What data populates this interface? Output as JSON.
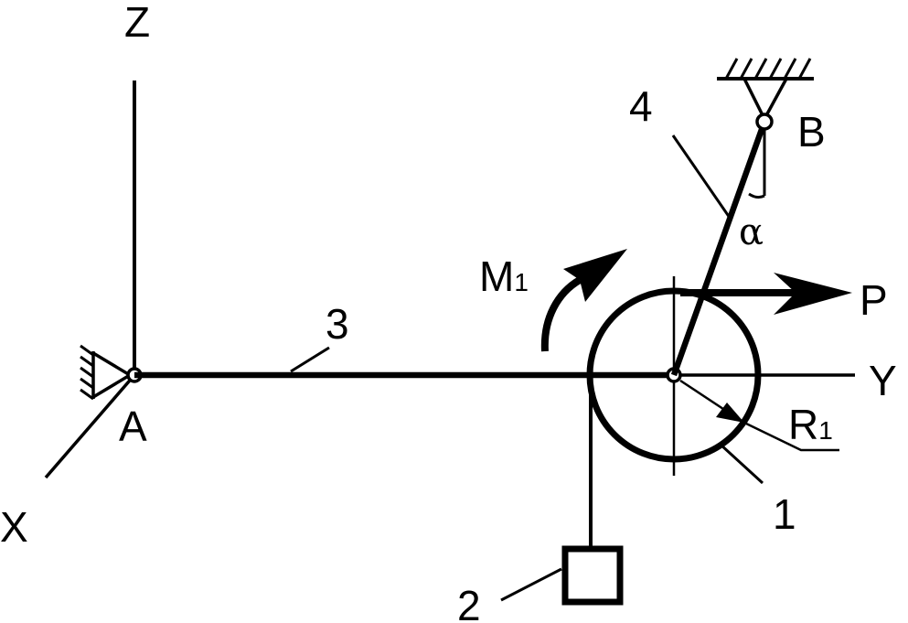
{
  "axes": {
    "z": "Z",
    "y": "Y",
    "x": "X"
  },
  "points": {
    "a": "A",
    "b": "B"
  },
  "parts": {
    "disk": "1",
    "load": "2",
    "rod": "3",
    "strut": "4"
  },
  "loads": {
    "moment": "M",
    "moment_sub": "1",
    "force": "P",
    "radius": "R",
    "radius_sub": "1"
  },
  "angle": "α",
  "colors": {
    "ink": "#000000",
    "background": "#ffffff"
  }
}
